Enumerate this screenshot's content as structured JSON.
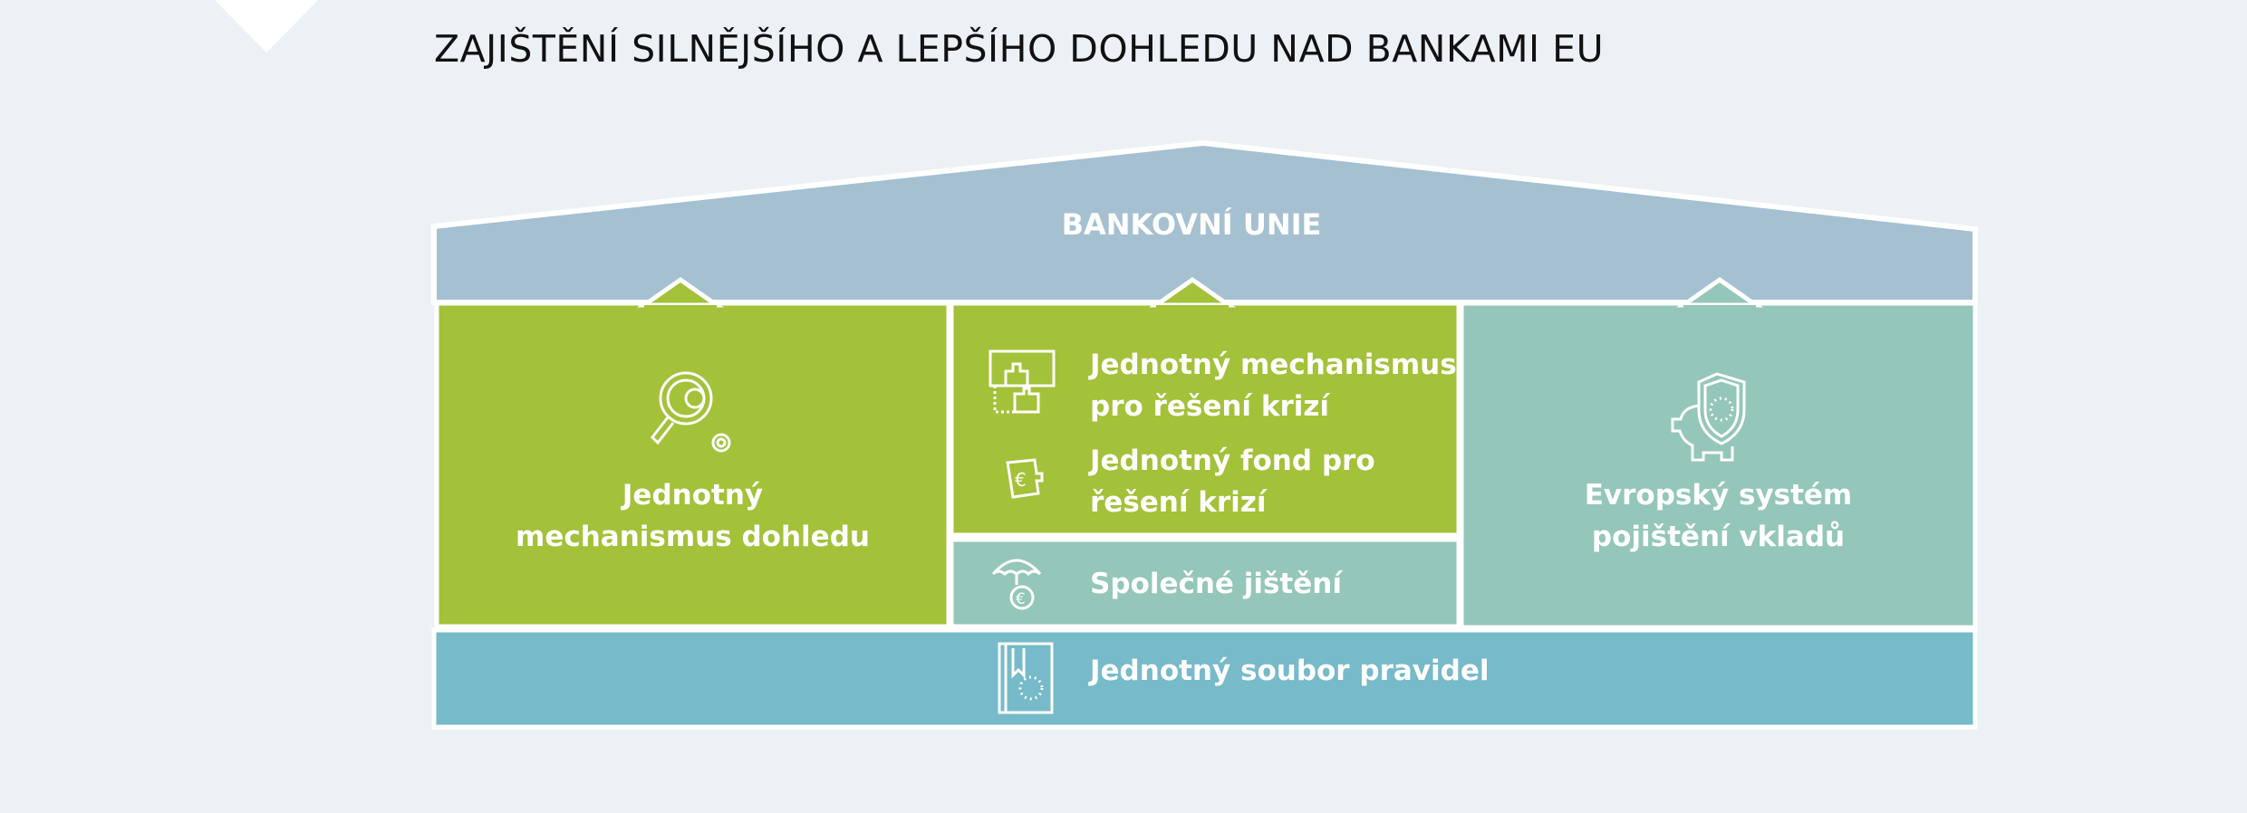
{
  "title": "ZAJIŠTĚNÍ SILNĚJŠÍHO A LEPŠÍHO DOHLEDU NAD BANKAMI EU",
  "roof": {
    "label": "BANKOVNÍ UNIE",
    "color": "#a5c0d1"
  },
  "pillars": {
    "supervision": {
      "line1": "Jednotný",
      "line2": "mechanismus dohledu",
      "icon": "magnifier-gears-icon",
      "color": "#a3c139"
    },
    "resolution_mechanism": {
      "line1": "Jednotný mechanismus",
      "line2": "pro řešení krizí",
      "icon": "puzzle-icon",
      "color": "#a3c139"
    },
    "resolution_fund": {
      "line1": "Jednotný fond pro",
      "line2": "řešení krizí",
      "icon": "euro-puzzle-icon"
    },
    "backstop": {
      "label": "Společné jištění",
      "icon": "umbrella-euro-icon",
      "color": "#94c6b9"
    },
    "deposit_insurance": {
      "line1": "Evropský systém",
      "line2": "pojištění vkladů",
      "icon": "piggy-bank-shield-icon",
      "color": "#94c6b9"
    }
  },
  "foundation": {
    "label": "Jednotný soubor pravidel",
    "icon": "rulebook-icon",
    "color": "#77bac9"
  },
  "background_color": "#ecf1f5"
}
